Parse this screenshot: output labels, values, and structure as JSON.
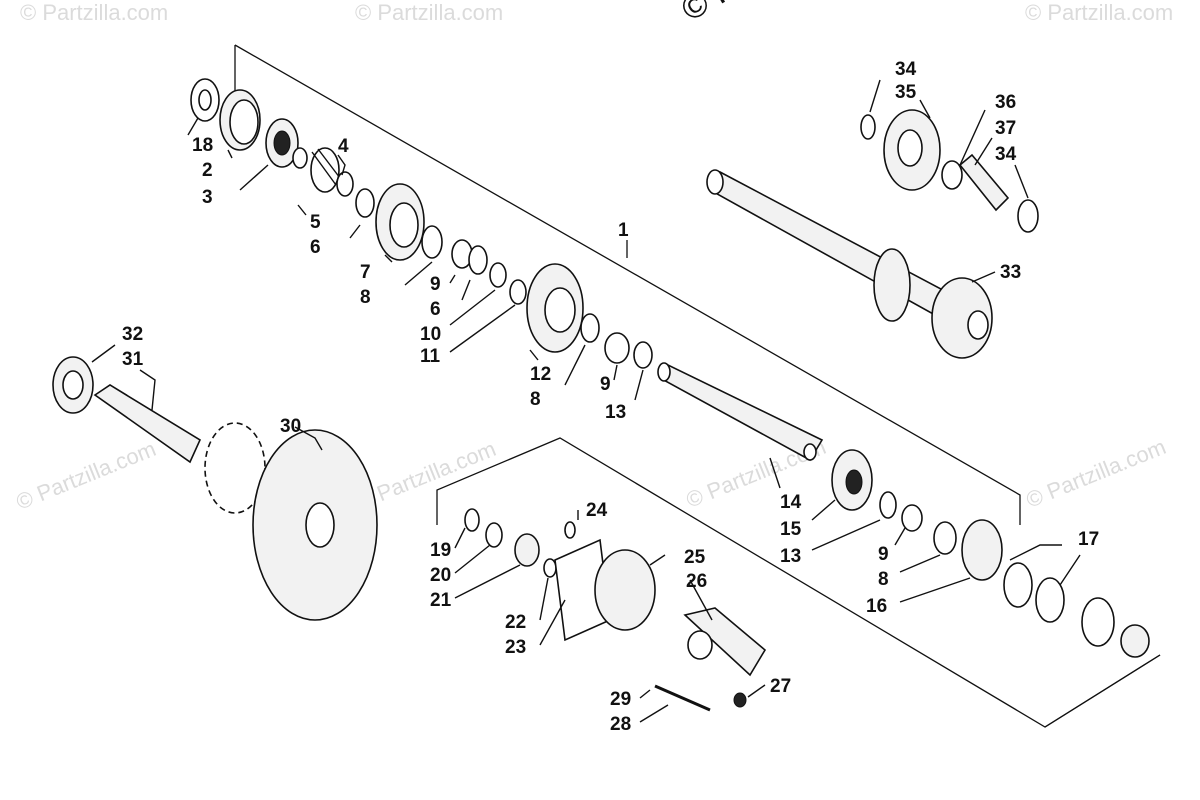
{
  "watermark": "© Partzilla.com",
  "copyright_fragment": "© Pa",
  "callouts": {
    "c1": "1",
    "c2": "2",
    "c3": "3",
    "c4": "4",
    "c5": "5",
    "c6a": "6",
    "c6b": "6",
    "c7": "7",
    "c8a": "8",
    "c8b": "8",
    "c8c": "8",
    "c9a": "9",
    "c9b": "9",
    "c9c": "9",
    "c10": "10",
    "c11": "11",
    "c12": "12",
    "c13a": "13",
    "c13b": "13",
    "c14": "14",
    "c15": "15",
    "c16": "16",
    "c17": "17",
    "c18": "18",
    "c19": "19",
    "c20": "20",
    "c21": "21",
    "c22": "22",
    "c23": "23",
    "c24": "24",
    "c25": "25",
    "c26": "26",
    "c27": "27",
    "c28": "28",
    "c29": "29",
    "c30": "30",
    "c31": "31",
    "c32": "32",
    "c33": "33",
    "c34a": "34",
    "c34b": "34",
    "c35": "35",
    "c36": "36",
    "c37": "37"
  }
}
